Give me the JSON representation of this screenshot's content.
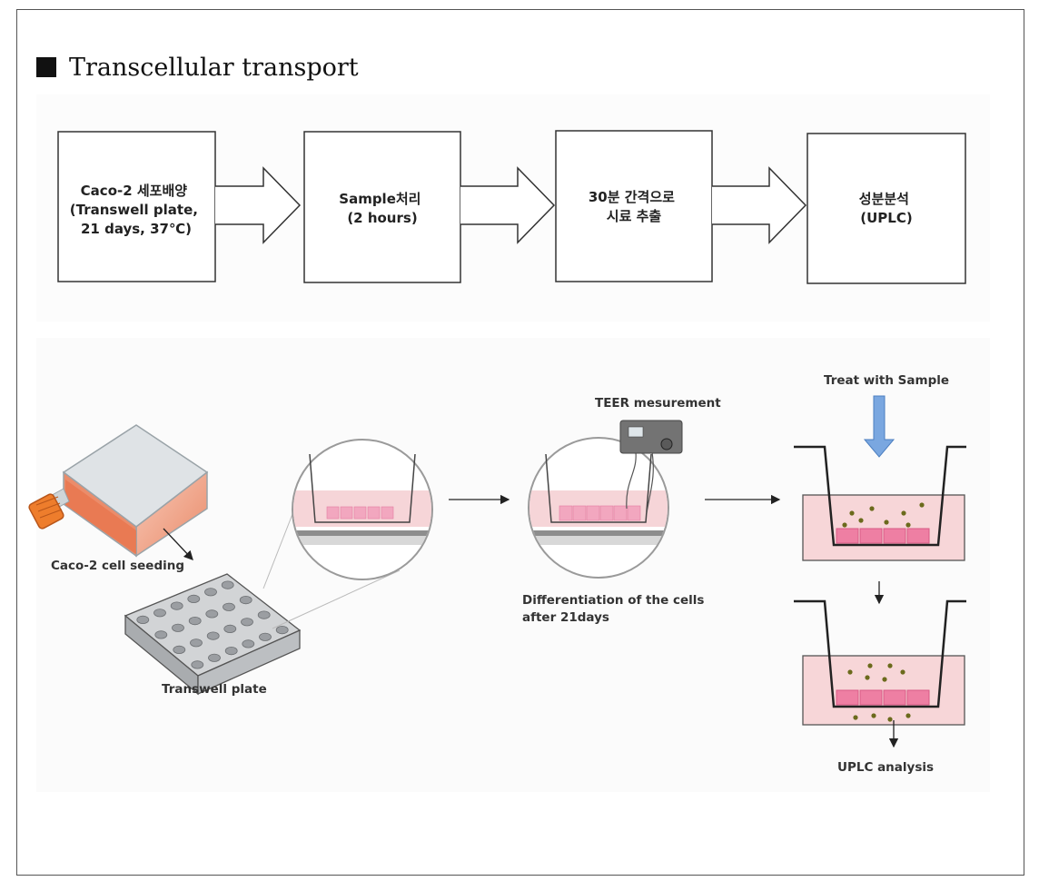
{
  "heading": {
    "title": "Transcellular transport"
  },
  "flow": {
    "steps": [
      {
        "lines": [
          "Caco-2 세포배양",
          "(Transwell plate,",
          "21 days, 37℃)"
        ]
      },
      {
        "lines": [
          "Sample처리",
          "(2 hours)"
        ]
      },
      {
        "lines": [
          "30분 간격으로",
          "시료 추출"
        ]
      },
      {
        "lines": [
          "성분분석",
          "(UPLC)"
        ]
      }
    ]
  },
  "illustration": {
    "caco2_label": "Caco-2 cell seeding",
    "transwell_label": "Transwell plate",
    "teer_label": "TEER mesurement",
    "diff_label_line1": "Differentiation of the cells",
    "diff_label_line2": "after 21days",
    "treat_label": "Treat with Sample",
    "uplc_label": "UPLC analysis"
  },
  "colors": {
    "medium_pink": "#f7d6d8",
    "cell_pink": "#ef7ea0",
    "particle": "#6b6a1c",
    "arrow_blue": "#6a9bd8",
    "flask_orange": "#e2663a",
    "outline": "#333333"
  }
}
